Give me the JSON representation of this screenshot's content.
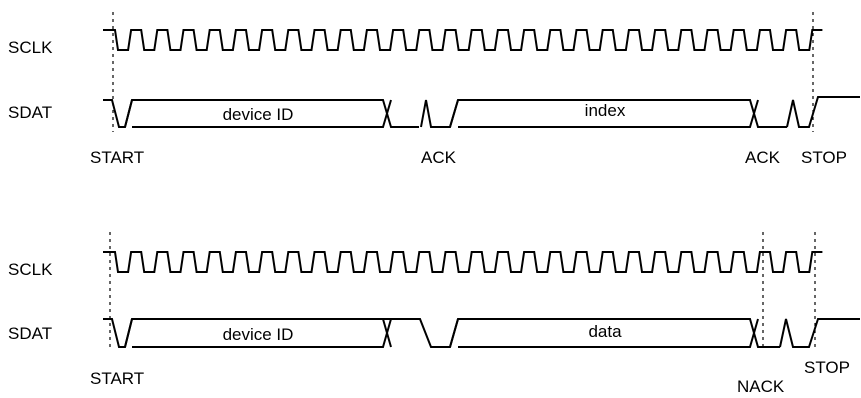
{
  "diagrams": [
    {
      "id": "write-index",
      "signals": {
        "clock": "SCLK",
        "data": "SDAT"
      },
      "fields": [
        "device ID",
        "index"
      ],
      "markers": [
        "START",
        "ACK",
        "ACK",
        "STOP"
      ]
    },
    {
      "id": "read-data",
      "signals": {
        "clock": "SCLK",
        "data": "SDAT"
      },
      "fields": [
        "device ID",
        "data"
      ],
      "markers": [
        "START",
        "NACK",
        "STOP"
      ]
    }
  ]
}
